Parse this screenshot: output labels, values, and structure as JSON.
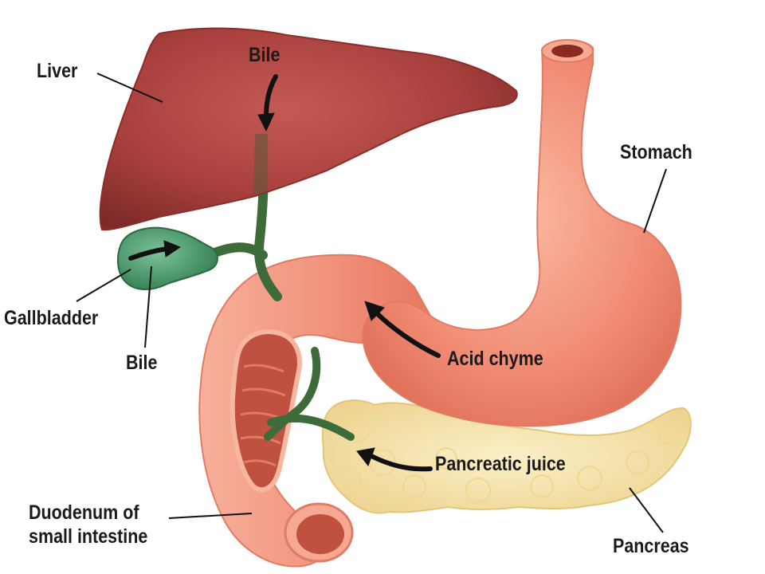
{
  "labels": {
    "liver": "Liver",
    "bile_top": "Bile",
    "gallbladder": "Gallbladder",
    "bile_bottom": "Bile",
    "stomach": "Stomach",
    "acid_chyme": "Acid chyme",
    "pancreatic_juice": "Pancreatic juice",
    "duodenum_line1": "Duodenum of",
    "duodenum_line2": "small intestine",
    "pancreas": "Pancreas"
  },
  "colors": {
    "liver": "#a8403d",
    "gallbladder": "#3c8a5a",
    "bile_duct": "#3e6b3a",
    "stomach": "#f08a72",
    "duodenum": "#f39a82",
    "pancreas": "#f5dfa0",
    "arrow": "#111111"
  }
}
